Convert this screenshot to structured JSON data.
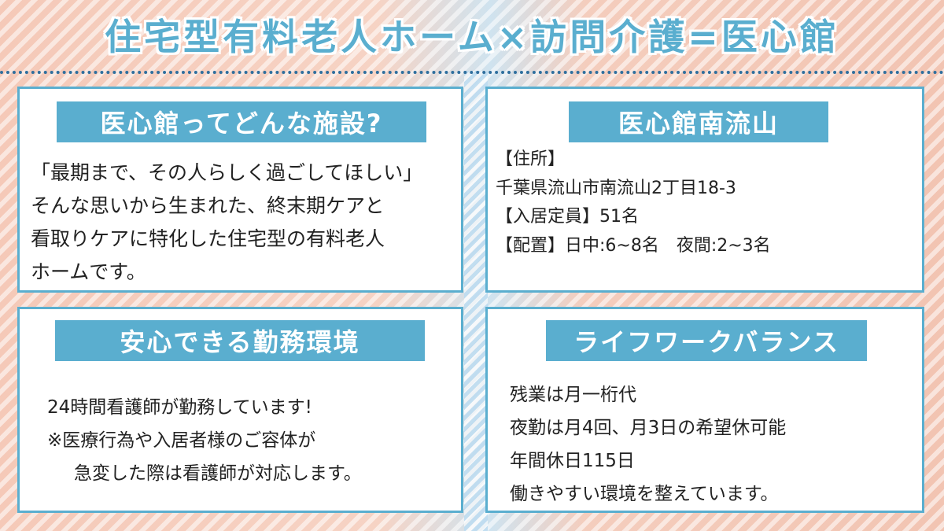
{
  "title": "住宅型有料老人ホーム×訪問介護=医心館",
  "panels": {
    "about": {
      "heading": "医心館ってどんな施設?",
      "lines": [
        "「最期まで、その人らしく過ごしてほしい」",
        "そんな思いから生まれた、終末期ケアと",
        "看取りケアに特化した住宅型の有料老人",
        "ホームです。"
      ]
    },
    "facility": {
      "heading": "医心館南流山",
      "lines": [
        "【住所】",
        "千葉県流山市南流山2丁目18-3",
        "【入居定員】51名",
        "【配置】日中:6~8名　夜間:2~3名"
      ]
    },
    "environment": {
      "heading": "安心できる勤務環境",
      "lines": [
        "24時間看護師が勤務しています!",
        "※医療行為や入居者様のご容体が",
        "急変した際は看護師が対応します。"
      ]
    },
    "work_life": {
      "heading": "ライフワークバランス",
      "lines": [
        "残業は月一桁代",
        "夜勤は月4回、月3日の希望休可能",
        "年間休日115日",
        "働きやすい環境を整えています。"
      ]
    }
  },
  "colors": {
    "accent": "#5aaecf",
    "dotted_rule": "#2f6f9e",
    "text": "#222222"
  }
}
